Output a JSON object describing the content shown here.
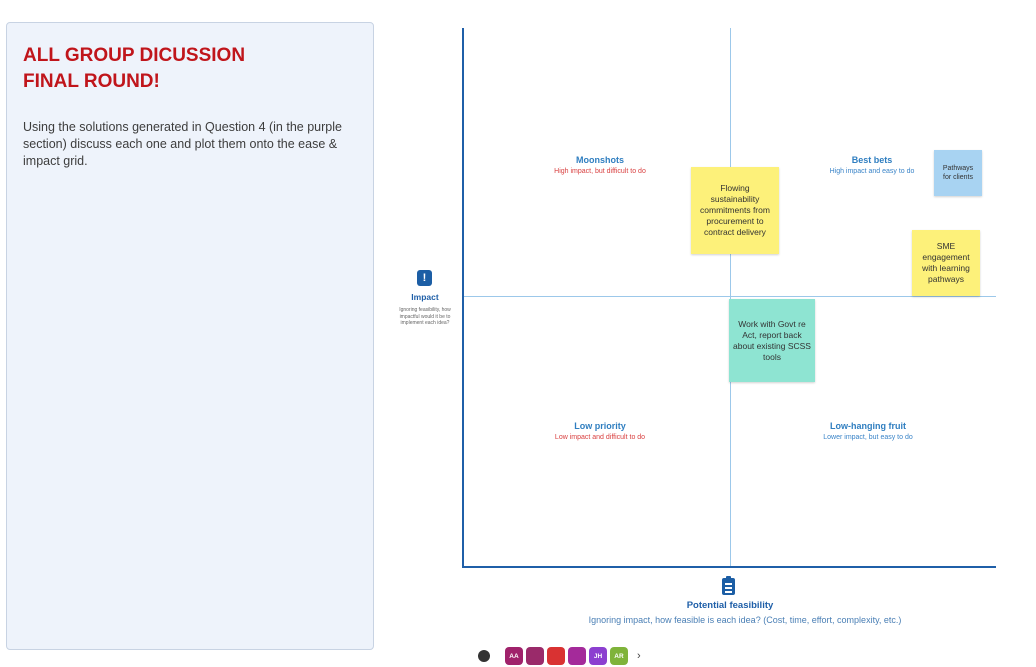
{
  "panel": {
    "title_lines": [
      "ALL GROUP DICUSSION",
      "FINAL ROUND!"
    ],
    "body": "Using the solutions generated in Question 4 (in the purple section) discuss each one and plot them onto the ease & impact grid."
  },
  "grid": {
    "quadrants": {
      "moonshots": {
        "title": "Moonshots",
        "subtitle": "High impact, but difficult to do"
      },
      "best_bets": {
        "title": "Best bets",
        "subtitle": "High impact and easy to do"
      },
      "low_priority": {
        "title": "Low priority",
        "subtitle": "Low impact and difficult to do"
      },
      "low_hanging": {
        "title": "Low-hanging fruit",
        "subtitle": "Lower impact, but easy to do"
      }
    },
    "y_axis": {
      "icon": "exclamation-icon",
      "label": "Impact",
      "description": "Ignoring feasibility, how impactful would it be to implement each idea?"
    },
    "x_axis": {
      "icon": "clipboard-icon",
      "label": "Potential feasibility",
      "description": "Ignoring impact, how feasible is each idea? (Cost, time, effort, complexity, etc.)"
    }
  },
  "notes": {
    "flowing": "Flowing sustainability commitments from procurement to contract delivery",
    "pathways": "Pathways for clients",
    "sme": "SME engagement with learning pathways",
    "govt": "Work with Govt re Act, report back about existing SCSS tools"
  },
  "colors": {
    "yellow_note": "#fdf17a",
    "teal_note": "#8ee4d2",
    "blue_note": "#a8d3f2",
    "title_red": "#c0151b",
    "axis_blue": "#1f5fa8"
  },
  "participants": [
    {
      "initials": "AA",
      "color": "#a0226b"
    },
    {
      "initials": "",
      "color": "#9a2a6a"
    },
    {
      "initials": "",
      "color": "#d93232"
    },
    {
      "initials": "",
      "color": "#a42a9a"
    },
    {
      "initials": "JH",
      "color": "#8c3fd0"
    },
    {
      "initials": "AR",
      "color": "#7fb33a"
    }
  ]
}
